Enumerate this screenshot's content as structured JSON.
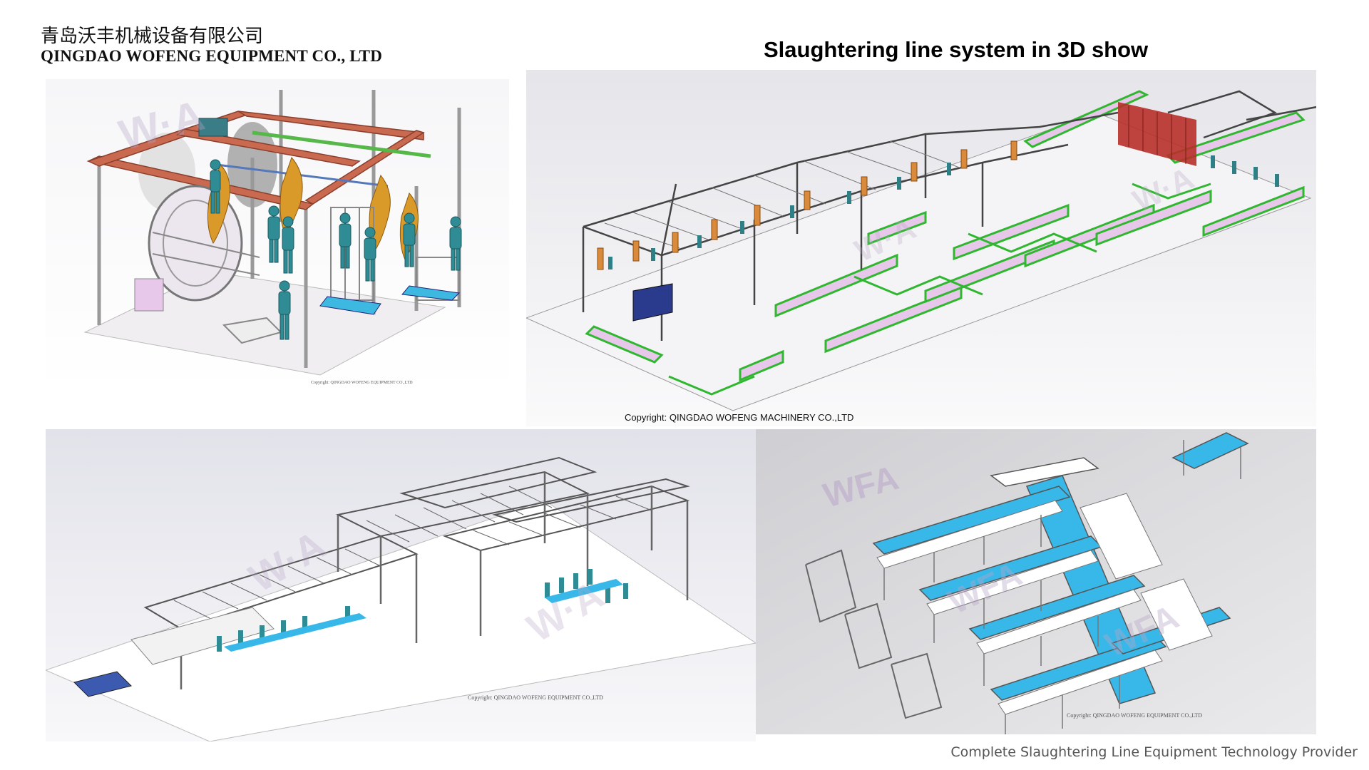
{
  "header": {
    "company_cn": "青岛沃丰机械设备有限公司",
    "company_en": "QINGDAO WOFENG EQUIPMENT CO., LTD"
  },
  "title": "Slaughtering line system in 3D show",
  "panels": {
    "scalding": {
      "copyright": "Copyright: QINGDAO WOFENG EQUIPMENT CO.,LTD"
    },
    "plant_layout": {
      "copyright": "Copyright: QINGDAO WOFENG MACHINERY CO.,LTD"
    },
    "rail_system": {
      "copyright": "Copyright: QINGDAO WOFENG EQUIPMENT CO.,LTD"
    },
    "cutting_tables": {
      "copyright": "Copyright: QINGDAO WOFENG EQUIPMENT CO.,LTD"
    }
  },
  "footer": "Complete Slaughtering Line Equipment Technology Provider",
  "colors": {
    "rail_red": "#c9694f",
    "worker_teal": "#2f8c94",
    "carcass_gold": "#d99a2a",
    "wall_green": "#2fb82f",
    "wall_pink": "#e8c8ea",
    "conveyor_blue": "#37b8e8",
    "machine_navy": "#2a3a8c"
  }
}
